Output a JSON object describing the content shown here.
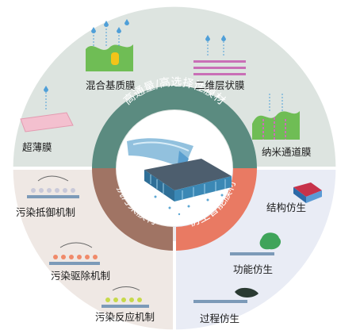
{
  "colors": {
    "top_sector": "#dde4e0",
    "left_sector": "#efe8e4",
    "right_sector": "#e9ecf5",
    "ring_top": "#5b8b80",
    "ring_left": "#a07464",
    "ring_right": "#e97a63",
    "center": "#ffffff"
  },
  "ring_labels": {
    "top": "高通量/高选择性膜材",
    "left": "抗污染膜材",
    "right": "仿生智能膜材"
  },
  "labels": {
    "mixed_matrix": "混合基质膜",
    "two_d_layered": "二维层状膜",
    "ultrathin": "超薄膜",
    "nanochannel": "纳米通道膜",
    "antifouling_resist": "污染抵御机制",
    "antifouling_release": "污染驱除机制",
    "antifouling_react": "污染反应机制",
    "bio_structure": "结构仿生",
    "bio_function": "功能仿生",
    "bio_process": "过程仿生"
  },
  "icons": {
    "mixed_matrix": "membrane-with-droplets-icon",
    "two_d_layered": "layered-membrane-icon",
    "ultrathin": "thin-film-icon",
    "nanochannel": "nanochannel-membrane-icon",
    "antifouling_resist": "pollutant-repel-icon",
    "antifouling_release": "pollutant-release-icon",
    "antifouling_react": "pollutant-react-icon",
    "bio_structure": "bio-structure-icon",
    "bio_function": "bio-function-icon",
    "bio_process": "bio-process-icon",
    "center": "membrane-water-flow-icon"
  }
}
